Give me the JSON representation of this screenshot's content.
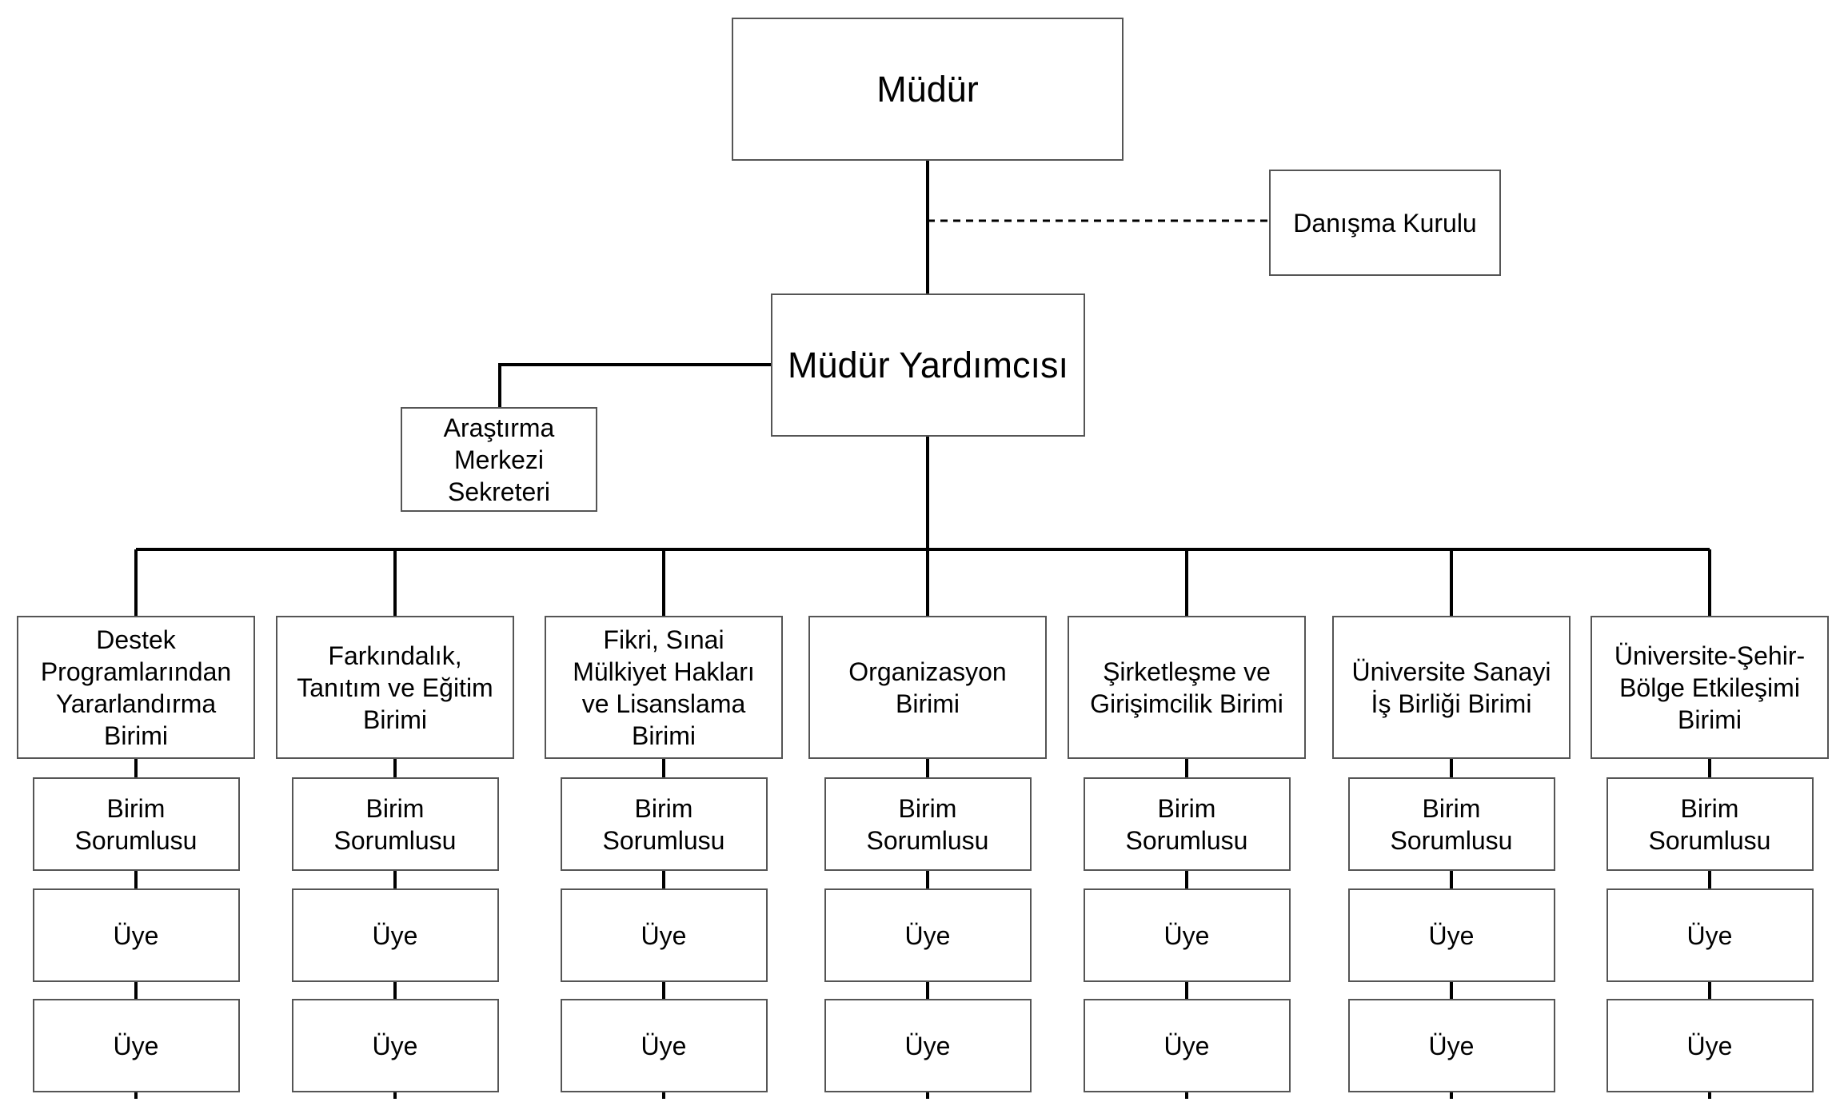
{
  "director": "Müdür",
  "advisory_board": "Danışma Kurulu",
  "deputy_director": "Müdür Yardımcısı",
  "secretary": "Araştırma\nMerkezi\nSekreteri",
  "units": [
    {
      "name": "Destek\nProgramlarından\nYararlandırma\nBirimi",
      "head": "Birim\nSorumlusu",
      "members": [
        "Üye",
        "Üye"
      ]
    },
    {
      "name": "Farkındalık,\nTanıtım ve Eğitim\nBirimi",
      "head": "Birim\nSorumlusu",
      "members": [
        "Üye",
        "Üye"
      ]
    },
    {
      "name": "Fikri, Sınai\nMülkiyet Hakları\nve Lisanslama\nBirimi",
      "head": "Birim\nSorumlusu",
      "members": [
        "Üye",
        "Üye"
      ]
    },
    {
      "name": "Organizasyon\nBirimi",
      "head": "Birim\nSorumlusu",
      "members": [
        "Üye",
        "Üye"
      ]
    },
    {
      "name": "Şirketleşme ve\nGirişimcilik Birimi",
      "head": "Birim\nSorumlusu",
      "members": [
        "Üye",
        "Üye"
      ]
    },
    {
      "name": "Üniversite Sanayi\nİş Birliği Birimi",
      "head": "Birim\nSorumlusu",
      "members": [
        "Üye",
        "Üye"
      ]
    },
    {
      "name": "Üniversite-Şehir-\nBölge Etkileşimi\nBirimi",
      "head": "Birim\nSorumlusu",
      "members": [
        "Üye",
        "Üye"
      ]
    }
  ]
}
